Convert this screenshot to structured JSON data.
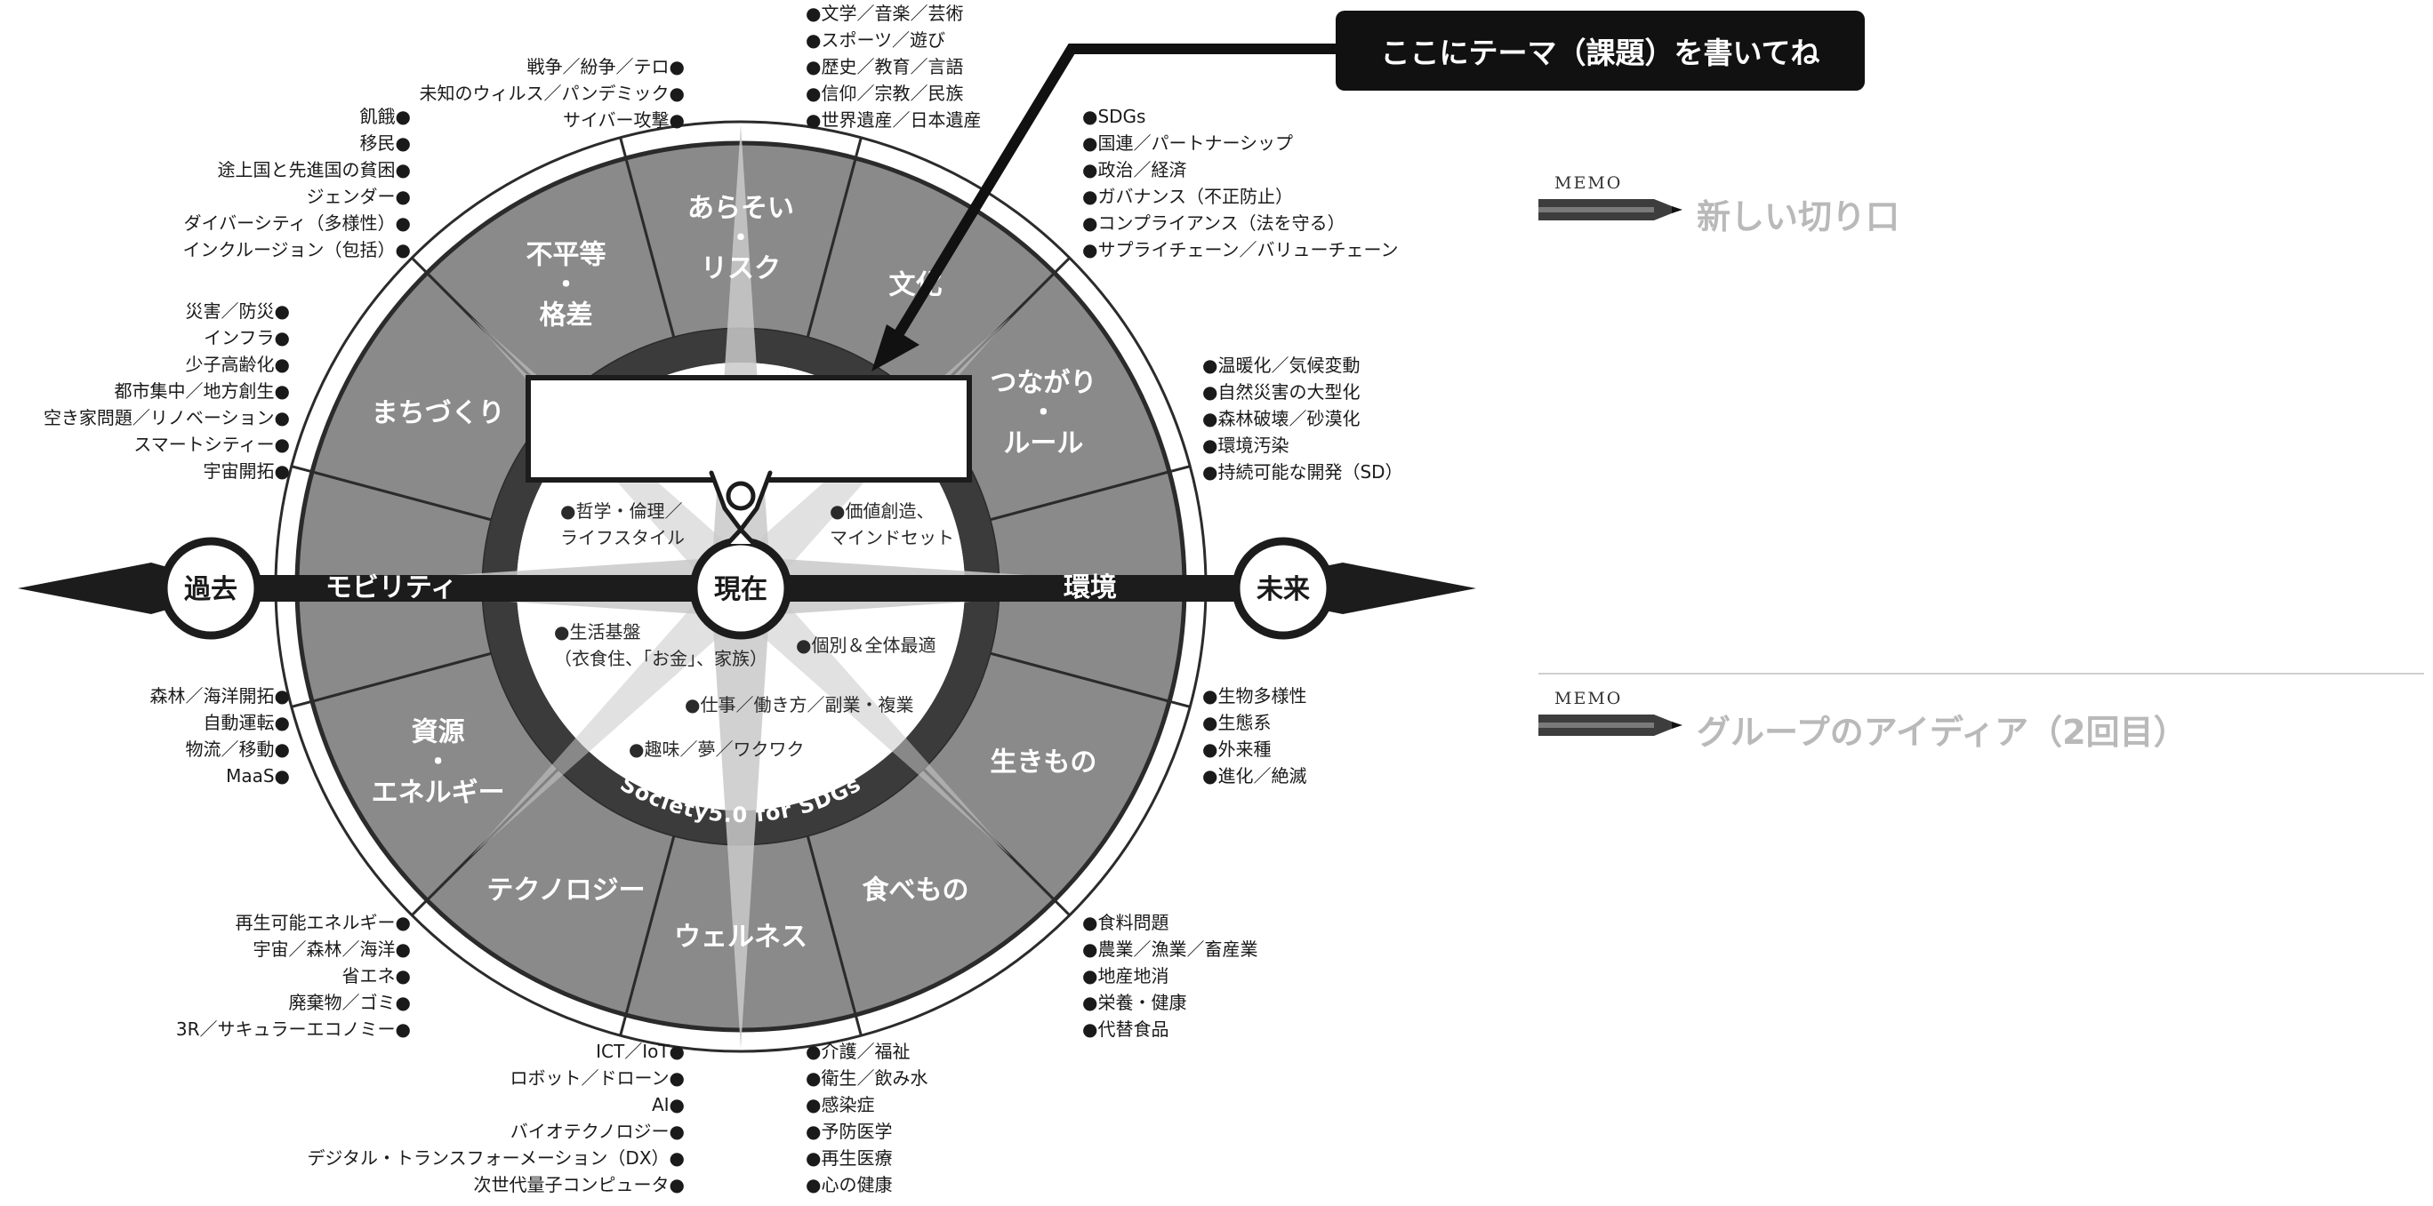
{
  "prompt": {
    "text": "ここにテーマ（課題）を書いてね"
  },
  "memo1": {
    "tag": "MEMO",
    "title": "新しい切り口"
  },
  "memo2": {
    "tag": "MEMO",
    "title": "グループのアイディア（2回目）"
  },
  "timeline": {
    "past": "過去",
    "present": "現在",
    "future": "未来"
  },
  "ring_text": "Society5.0 for SDGs",
  "segments": [
    {
      "id": "culture",
      "lines": [
        "文化"
      ]
    },
    {
      "id": "rules",
      "lines": [
        "つながり",
        "・",
        "ルール"
      ]
    },
    {
      "id": "environment",
      "lines": [
        "環境"
      ]
    },
    {
      "id": "creatures",
      "lines": [
        "生きもの"
      ]
    },
    {
      "id": "food",
      "lines": [
        "食べもの"
      ]
    },
    {
      "id": "wellness",
      "lines": [
        "ウェルネス"
      ]
    },
    {
      "id": "technology",
      "lines": [
        "テクノロジー"
      ]
    },
    {
      "id": "resources",
      "lines": [
        "資源",
        "・",
        "エネルギー"
      ]
    },
    {
      "id": "mobility",
      "lines": [
        "モビリティ"
      ]
    },
    {
      "id": "town",
      "lines": [
        "まちづくり"
      ]
    },
    {
      "id": "inequality",
      "lines": [
        "不平等",
        "・",
        "格差"
      ]
    },
    {
      "id": "conflict",
      "lines": [
        "あらそい",
        "・",
        "リスク"
      ]
    }
  ],
  "inner_notes": [
    [
      "●哲学・倫理／",
      "ライフスタイル"
    ],
    [
      "●価値創造、",
      "マインドセット"
    ],
    [
      "●生活基盤",
      "（衣食住、「お金」、家族）"
    ],
    [
      "●個別＆全体最適"
    ],
    [
      "●仕事／働き方／副業・複業"
    ],
    [
      "●趣味／夢／ワクワク"
    ]
  ],
  "annotations": {
    "culture": [
      "●文学／音楽／芸術",
      "●スポーツ／遊び",
      "●歴史／教育／言語",
      "●信仰／宗教／民族",
      "●世界遺産／日本遺産"
    ],
    "conflict": [
      "戦争／紛争／テロ●",
      "未知のウィルス／パンデミック●",
      "サイバー攻撃●"
    ],
    "rules": [
      "●SDGs",
      "●国連／パートナーシップ",
      "●政治／経済",
      "●ガバナンス（不正防止）",
      "●コンプライアンス（法を守る）",
      "●サプライチェーン／バリューチェーン"
    ],
    "inequality": [
      "飢餓●",
      "移民●",
      "途上国と先進国の貧困●",
      "ジェンダー●",
      "ダイバーシティ（多様性）●",
      "インクルージョン（包括）●"
    ],
    "environment": [
      "●温暖化／気候変動",
      "●自然災害の大型化",
      "●森林破壊／砂漠化",
      "●環境汚染",
      "●持続可能な開発（SD）"
    ],
    "town": [
      "災害／防災●",
      "インフラ●",
      "少子高齢化●",
      "都市集中／地方創生●",
      "空き家問題／リノベーション●",
      "スマートシティー●",
      "宇宙開拓●"
    ],
    "creatures": [
      "●生物多様性",
      "●生態系",
      "●外来種",
      "●進化／絶滅"
    ],
    "mobility": [
      "森林／海洋開拓●",
      "自動運転●",
      "物流／移動●",
      "MaaS●"
    ],
    "food": [
      "●食料問題",
      "●農業／漁業／畜産業",
      "●地産地消",
      "●栄養・健康",
      "●代替食品"
    ],
    "resources": [
      "再生可能エネルギー●",
      "宇宙／森林／海洋●",
      "省エネ●",
      "廃棄物／ゴミ●",
      "3R／サキュラーエコノミー●"
    ],
    "technology": [
      "ICT／IoT●",
      "ロボット／ドローン●",
      "AI●",
      "バイオテクノロジー●",
      "デジタル・トランスフォーメーション（DX）●",
      "次世代量子コンピュータ●"
    ],
    "wellness": [
      "●介護／福祉",
      "●衛生／飲み水",
      "●感染症",
      "●予防医学",
      "●再生医療",
      "●心の健康"
    ]
  },
  "colors": {
    "segment_fill": "#8a8a8a",
    "ring_dark": "#3b3b3b",
    "accent_black": "#111111",
    "compass_star": "#c9c9c9",
    "memo_text": "#b9b9b9"
  }
}
